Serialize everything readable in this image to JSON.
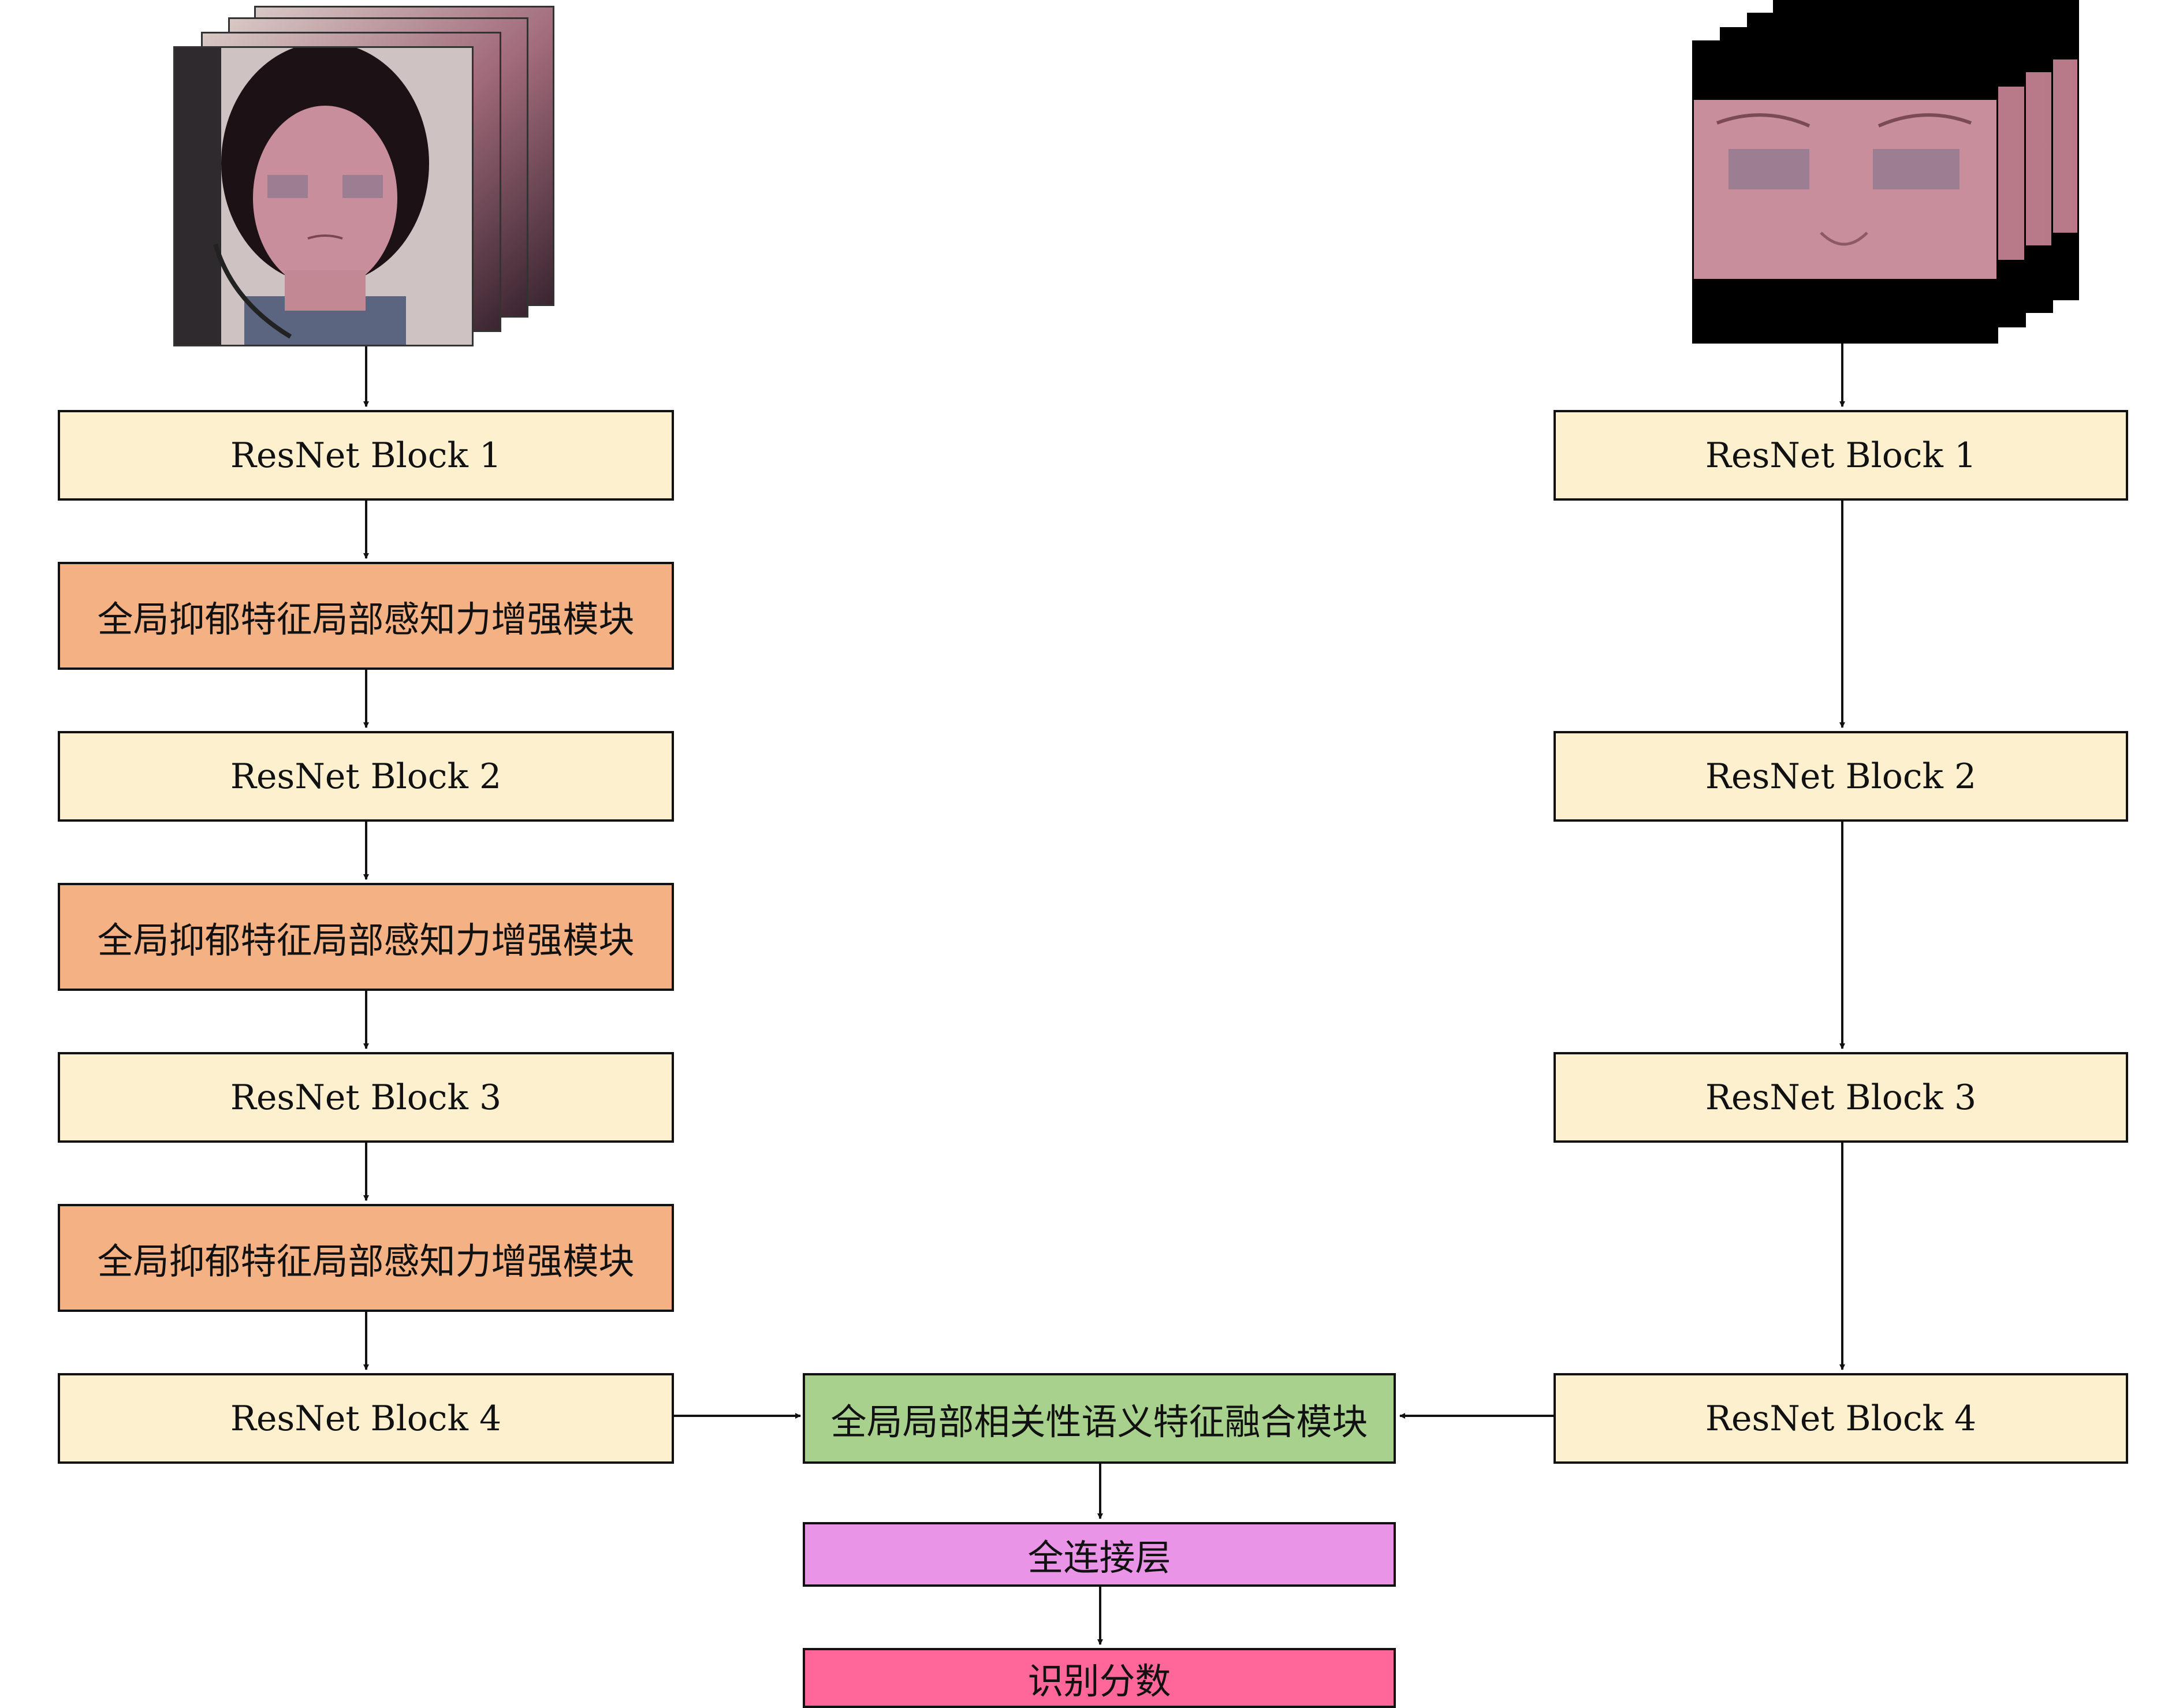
{
  "left_branch": {
    "blocks": [
      {
        "label": "ResNet Block 1",
        "kind": "resnet"
      },
      {
        "label": "全局抑郁特征局部感知力增强模块",
        "kind": "enhance"
      },
      {
        "label": "ResNet Block 2",
        "kind": "resnet"
      },
      {
        "label": "全局抑郁特征局部感知力增强模块",
        "kind": "enhance"
      },
      {
        "label": "ResNet Block 3",
        "kind": "resnet"
      },
      {
        "label": "全局抑郁特征局部感知力增强模块",
        "kind": "enhance"
      },
      {
        "label": "ResNet Block 4",
        "kind": "resnet"
      }
    ]
  },
  "right_branch": {
    "blocks": [
      {
        "label": "ResNet Block 1",
        "kind": "resnet"
      },
      {
        "label": "ResNet Block 2",
        "kind": "resnet"
      },
      {
        "label": "ResNet Block 3",
        "kind": "resnet"
      },
      {
        "label": "ResNet Block 4",
        "kind": "resnet"
      }
    ]
  },
  "center": {
    "fusion_label": "全局局部相关性语义特征融合模块",
    "fc_label": "全连接层",
    "score_label": "识别分数"
  },
  "colors": {
    "resnet": "#fdf0cf",
    "enhance": "#f4b183",
    "fusion": "#a9d18e",
    "fc": "#e994e6",
    "score": "#ff6699"
  }
}
